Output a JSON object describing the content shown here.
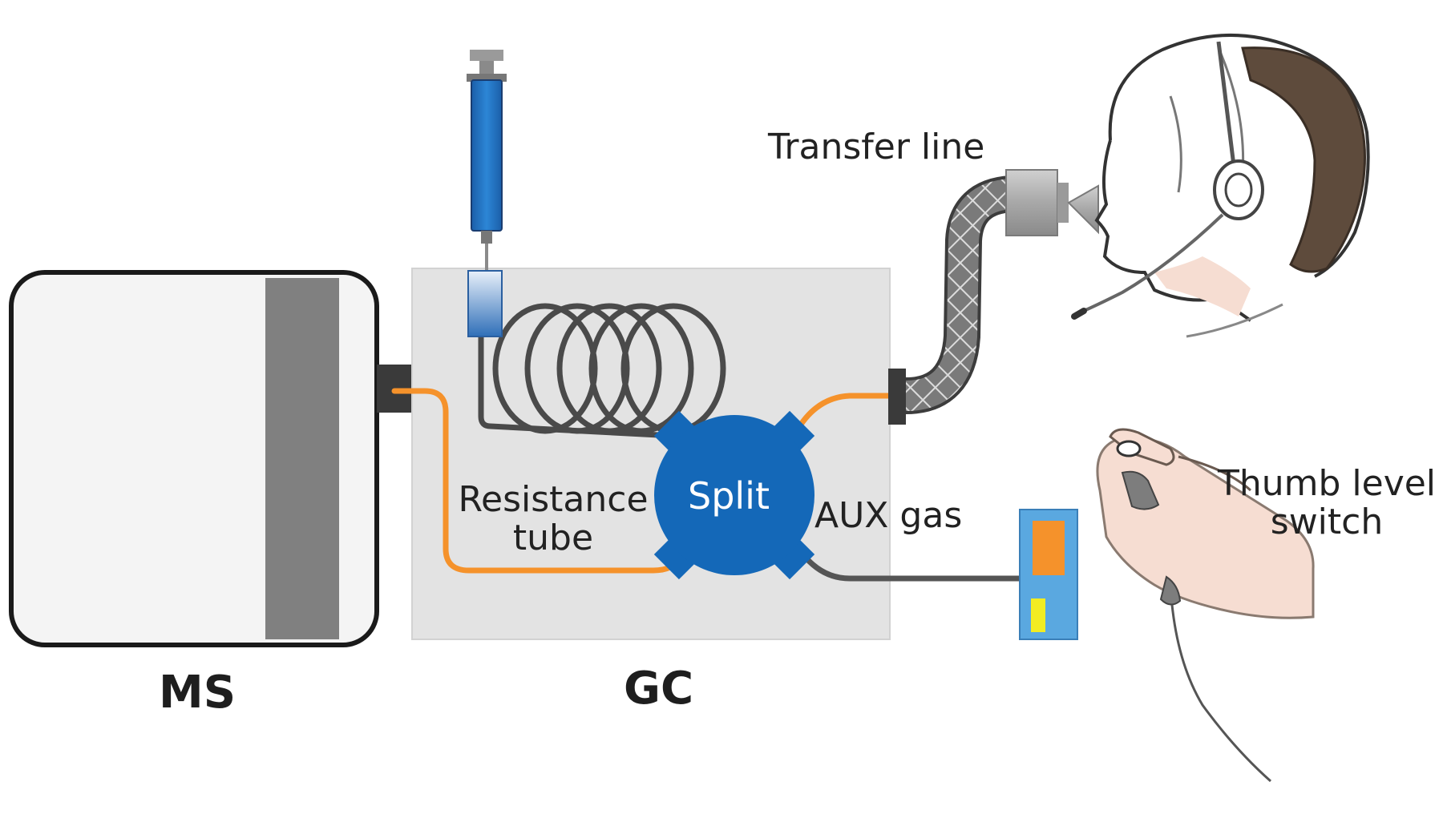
{
  "labels": {
    "transfer_line": "Transfer line",
    "resistance_tube_line1": "Resistance",
    "resistance_tube_line2": "tube",
    "split": "Split",
    "aux_gas": "AUX gas",
    "thumb_switch_line1": "Thumb level",
    "thumb_switch_line2": "switch",
    "ms": "MS",
    "gc": "GC"
  },
  "colors": {
    "tube_orange": "#f5922b",
    "split_blue": "#1468b8",
    "syringe_blue": "#1f6fc0",
    "gc_box": "#e3e3e3",
    "ms_panel": "#808080",
    "switch_box": "#5aa8e0",
    "switch_orange": "#f5922b",
    "switch_yellow": "#f2ec22"
  },
  "icons": {
    "syringe": "syringe-icon",
    "head": "head-with-headset-icon",
    "hand": "hand-with-switch-icon"
  }
}
